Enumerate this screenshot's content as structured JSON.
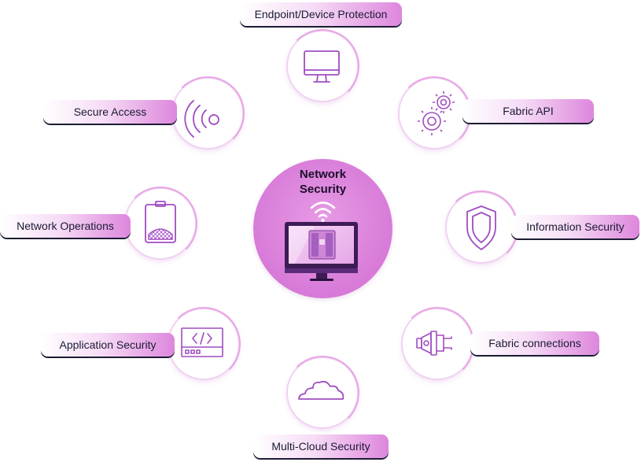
{
  "diagram": {
    "center": {
      "title_line1": "Network",
      "title_line2": "Security"
    },
    "nodes": [
      {
        "id": "endpoint",
        "label": "Endpoint/Device Protection",
        "icon": "monitor-icon"
      },
      {
        "id": "fabric-api",
        "label": "Fabric API",
        "icon": "gears-icon"
      },
      {
        "id": "information",
        "label": "Information Security",
        "icon": "shield-icon"
      },
      {
        "id": "fabric-connections",
        "label": "Fabric connections",
        "icon": "plug-icon"
      },
      {
        "id": "multi-cloud",
        "label": "Multi-Cloud Security",
        "icon": "cloud-icon"
      },
      {
        "id": "application",
        "label": "Application Security",
        "icon": "code-window-icon"
      },
      {
        "id": "network-operations",
        "label": "Network Operations",
        "icon": "badge-device-icon"
      },
      {
        "id": "secure-access",
        "label": "Secure Access",
        "icon": "signal-icon"
      }
    ],
    "colors": {
      "accent": "#d77ad8",
      "accent_light": "#f6dcf6",
      "icon_stroke": "#a04dc0",
      "label_text": "#1b1b33",
      "underline": "#1c1c34"
    }
  }
}
